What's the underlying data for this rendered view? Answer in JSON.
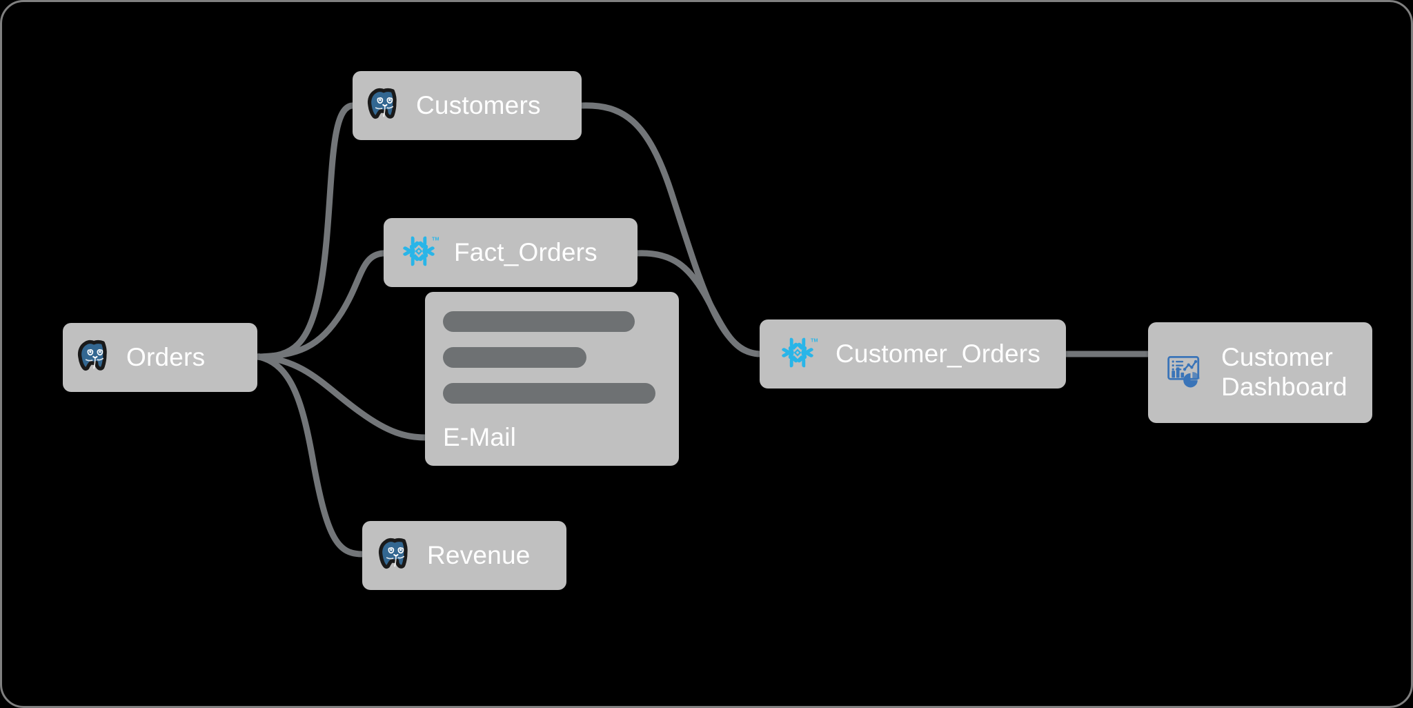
{
  "diagram": {
    "title": "Data lineage flow",
    "background_color": "#000000",
    "border_color": "#808080",
    "node_color": "#c0c0c0",
    "edge_color": "#737679",
    "label_color": "#ffffff",
    "postgres_color": "#336791",
    "snowflake_color": "#29b5e8",
    "dashboard_icon_color": "#3a74b8",
    "skeleton_bar_color": "#6e7173"
  },
  "nodes": [
    {
      "id": "orders",
      "label": "Orders",
      "icon": "postgresql-icon"
    },
    {
      "id": "customers",
      "label": "Customers",
      "icon": "postgresql-icon"
    },
    {
      "id": "fact_orders",
      "label": "Fact_Orders",
      "icon": "snowflake-icon"
    },
    {
      "id": "email",
      "label": "E-Mail",
      "icon": "text-placeholder-lines"
    },
    {
      "id": "revenue",
      "label": "Revenue",
      "icon": "postgresql-icon"
    },
    {
      "id": "customer_orders",
      "label": "Customer_Orders",
      "icon": "snowflake-icon"
    },
    {
      "id": "customer_dashboard",
      "label": "Customer\nDashboard",
      "icon": "dashboard-chart-icon"
    }
  ],
  "edges": [
    {
      "from": "orders",
      "to": "customers"
    },
    {
      "from": "orders",
      "to": "fact_orders"
    },
    {
      "from": "orders",
      "to": "email"
    },
    {
      "from": "orders",
      "to": "revenue"
    },
    {
      "from": "customers",
      "to": "customer_orders"
    },
    {
      "from": "fact_orders",
      "to": "customer_orders"
    },
    {
      "from": "customer_orders",
      "to": "customer_dashboard"
    }
  ],
  "email_card": {
    "placeholder_bars": 3,
    "label": "E-Mail"
  }
}
